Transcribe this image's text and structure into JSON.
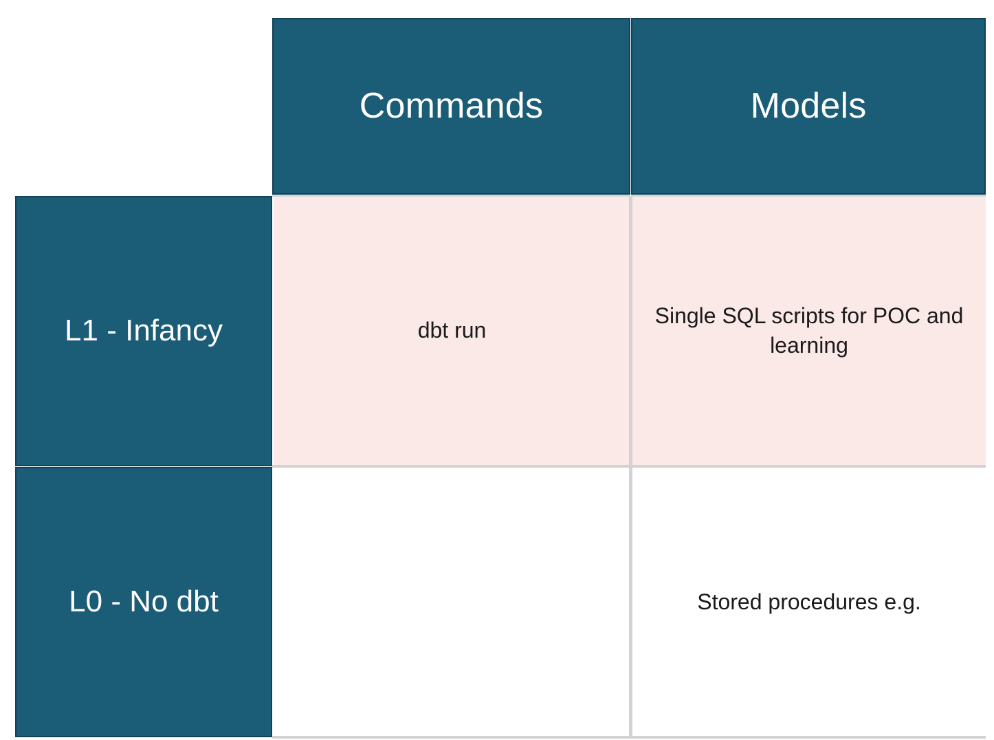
{
  "matrix": {
    "corner_cell": "",
    "column_headers": [
      {
        "id": "commands",
        "label": "Commands"
      },
      {
        "id": "models",
        "label": "Models"
      }
    ],
    "rows": [
      {
        "id": "l1",
        "header": "L1 - Infancy",
        "cells": [
          {
            "column": "commands",
            "text": "dbt run"
          },
          {
            "column": "models",
            "text": "Single SQL scripts for POC and learning"
          }
        ]
      },
      {
        "id": "l0",
        "header": "L0 - No dbt",
        "cells": [
          {
            "column": "commands",
            "text": ""
          },
          {
            "column": "models",
            "text": "Stored procedures e.g."
          }
        ]
      }
    ]
  },
  "colors": {
    "header_fill": "#1b5c77",
    "header_border": "#134256",
    "header_text": "#ffffff",
    "row_l1_fill": "#fbe9e7",
    "row_l0_fill": "#ffffff",
    "grid_line": "#d2d2d2",
    "body_text": "#1a1a1a",
    "page_background": "#ffffff"
  }
}
